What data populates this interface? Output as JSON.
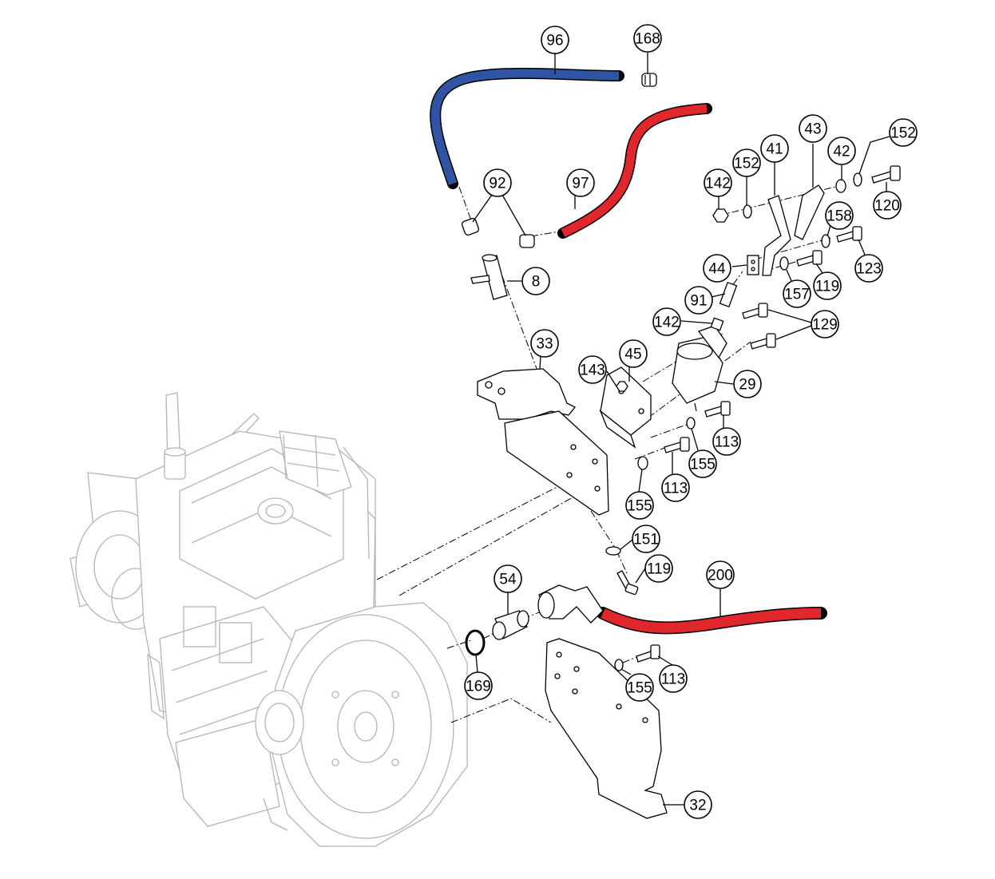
{
  "colors": {
    "blue_hose": "#2f54a3",
    "red_hose": "#e0272b",
    "engine_outline": "#b4b4b4"
  },
  "callouts": [
    {
      "id": "c96",
      "label": "96"
    },
    {
      "id": "c168",
      "label": "168"
    },
    {
      "id": "c92",
      "label": "92"
    },
    {
      "id": "c97",
      "label": "97"
    },
    {
      "id": "c8",
      "label": "8"
    },
    {
      "id": "c43",
      "label": "43"
    },
    {
      "id": "c41",
      "label": "41"
    },
    {
      "id": "c42",
      "label": "42"
    },
    {
      "id": "c152a",
      "label": "152"
    },
    {
      "id": "c152b",
      "label": "152"
    },
    {
      "id": "c142a",
      "label": "142"
    },
    {
      "id": "c120",
      "label": "120"
    },
    {
      "id": "c158",
      "label": "158"
    },
    {
      "id": "c123",
      "label": "123"
    },
    {
      "id": "c44",
      "label": "44"
    },
    {
      "id": "c119a",
      "label": "119"
    },
    {
      "id": "c157",
      "label": "157"
    },
    {
      "id": "c91",
      "label": "91"
    },
    {
      "id": "c142b",
      "label": "142"
    },
    {
      "id": "c129",
      "label": "129"
    },
    {
      "id": "c33",
      "label": "33"
    },
    {
      "id": "c45",
      "label": "45"
    },
    {
      "id": "c143",
      "label": "143"
    },
    {
      "id": "c29",
      "label": "29"
    },
    {
      "id": "c113a",
      "label": "113"
    },
    {
      "id": "c113b",
      "label": "113"
    },
    {
      "id": "c155a",
      "label": "155"
    },
    {
      "id": "c155b",
      "label": "155"
    },
    {
      "id": "c151",
      "label": "151"
    },
    {
      "id": "c119b",
      "label": "119"
    },
    {
      "id": "c54",
      "label": "54"
    },
    {
      "id": "c200",
      "label": "200"
    },
    {
      "id": "c169",
      "label": "169"
    },
    {
      "id": "c155c",
      "label": "155"
    },
    {
      "id": "c113c",
      "label": "113"
    },
    {
      "id": "c32",
      "label": "32"
    }
  ]
}
